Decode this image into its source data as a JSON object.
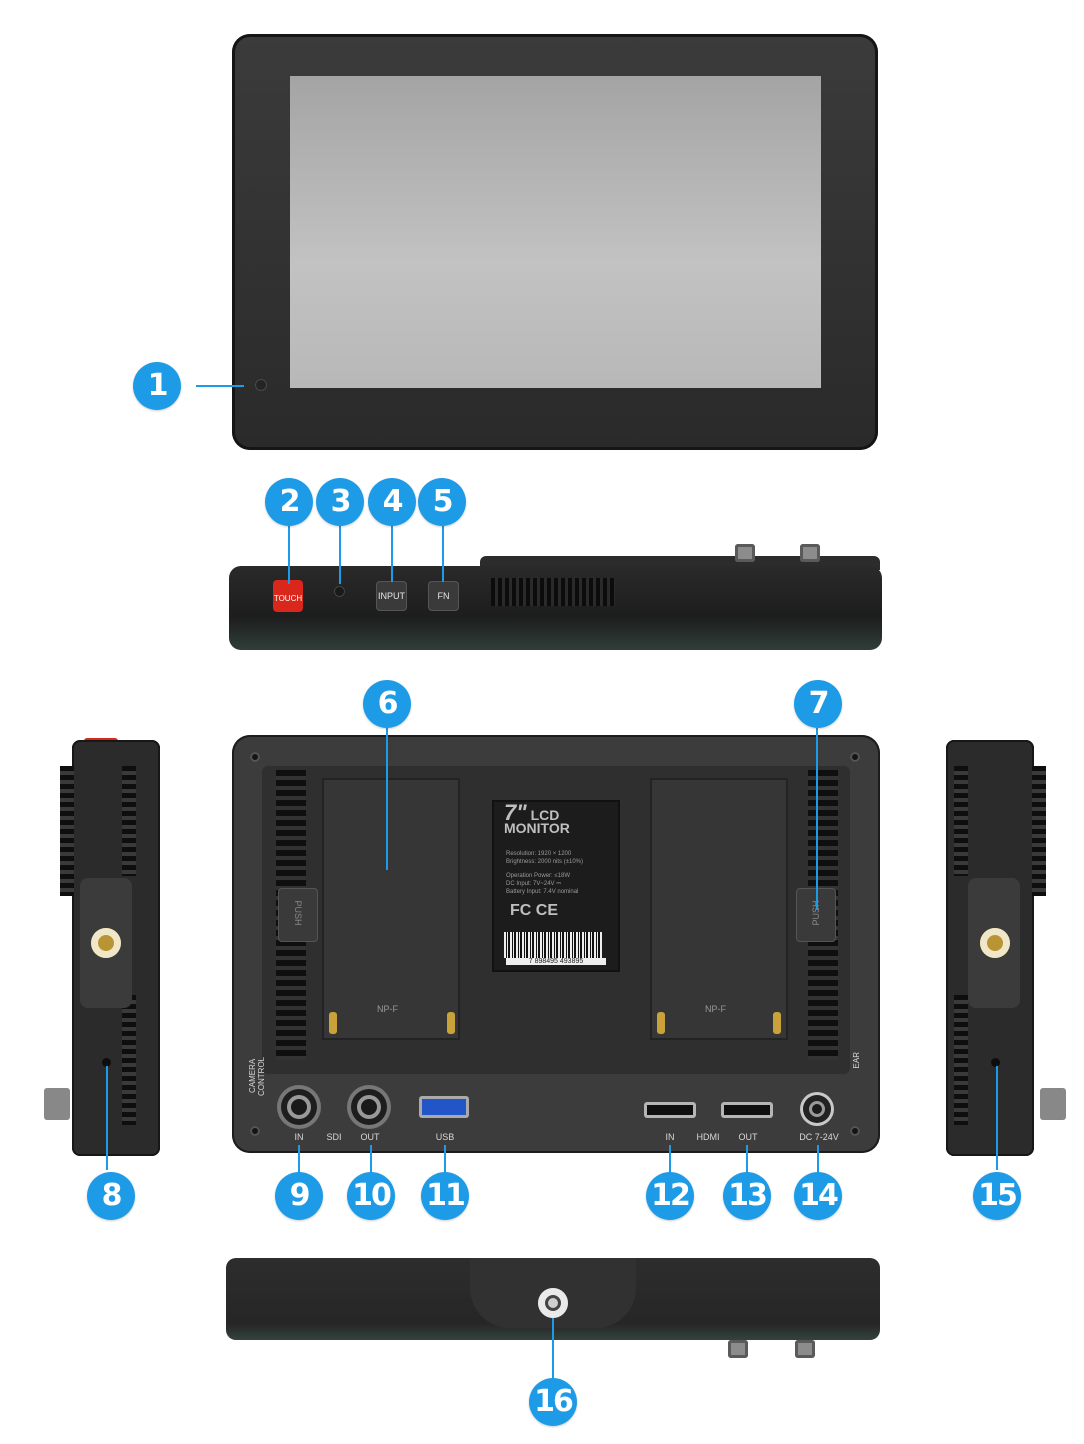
{
  "callouts": [
    "1",
    "2",
    "3",
    "4",
    "5",
    "6",
    "7",
    "8",
    "9",
    "10",
    "11",
    "12",
    "13",
    "14",
    "15",
    "16"
  ],
  "buttons": {
    "touch": "TOUCH",
    "input": "INPUT",
    "fn": "FN"
  },
  "back": {
    "latch": "PUSH",
    "battery_type": "NP-F",
    "label_size": "7\"",
    "label_title": "LCD MONITOR",
    "specs": [
      "Resolution: 1920 × 1200",
      "Brightness: 2000 nits (±10%)",
      "Operation Power: ≤18W",
      "DC Input: 7V~24V ⎓",
      "Battery Input: 7.4V nominal"
    ],
    "cert": "FC CE",
    "barcode": "7 898495 493895",
    "ports": {
      "camera_control": "CAMERA CONTROL",
      "sdi_in": "IN",
      "sdi": "SDI",
      "sdi_out": "OUT",
      "usb": "USB",
      "hdmi_in": "IN",
      "hdmi": "HDMI",
      "hdmi_out": "OUT",
      "dc": "DC 7-24V",
      "ear": "EAR"
    }
  },
  "colors": {
    "callout": "#1e9be6",
    "touch_button": "#d9271c"
  }
}
